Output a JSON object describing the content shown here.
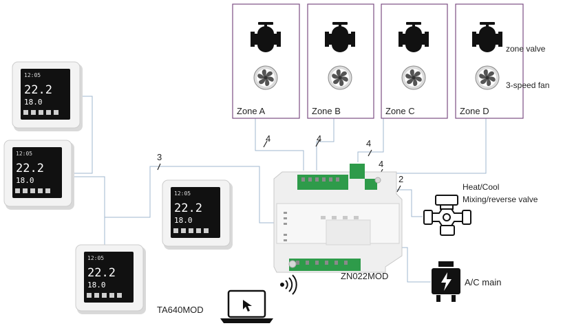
{
  "zones": [
    {
      "label": "Zone A"
    },
    {
      "label": "Zone B"
    },
    {
      "label": "Zone C"
    },
    {
      "label": "Zone D"
    }
  ],
  "legend": {
    "zone_valve": "zone valve",
    "fan": "3-speed fan"
  },
  "wire_counts": {
    "zone_a": "4",
    "zone_b": "4",
    "zone_c": "4",
    "zone_d": "4",
    "thermostat_bus": "3",
    "mixing_valve": "2"
  },
  "controller": {
    "model": "ZN022MOD"
  },
  "thermostat": {
    "model": "TA640MOD",
    "time": "12:05",
    "temperature": "22.2",
    "setpoint": "18.0"
  },
  "mixing_valve": {
    "line1": "Heat/Cool",
    "line2": "Mixing/reverse valve"
  },
  "ac_main": {
    "label": "A/C main"
  },
  "colors": {
    "zone_border": "#7b4d83",
    "wire": "#9fb7cf",
    "thermostat_screen": "#111111",
    "thermostat_frame": "#f3f3f3",
    "terminal_green": "#2e9b4a"
  }
}
